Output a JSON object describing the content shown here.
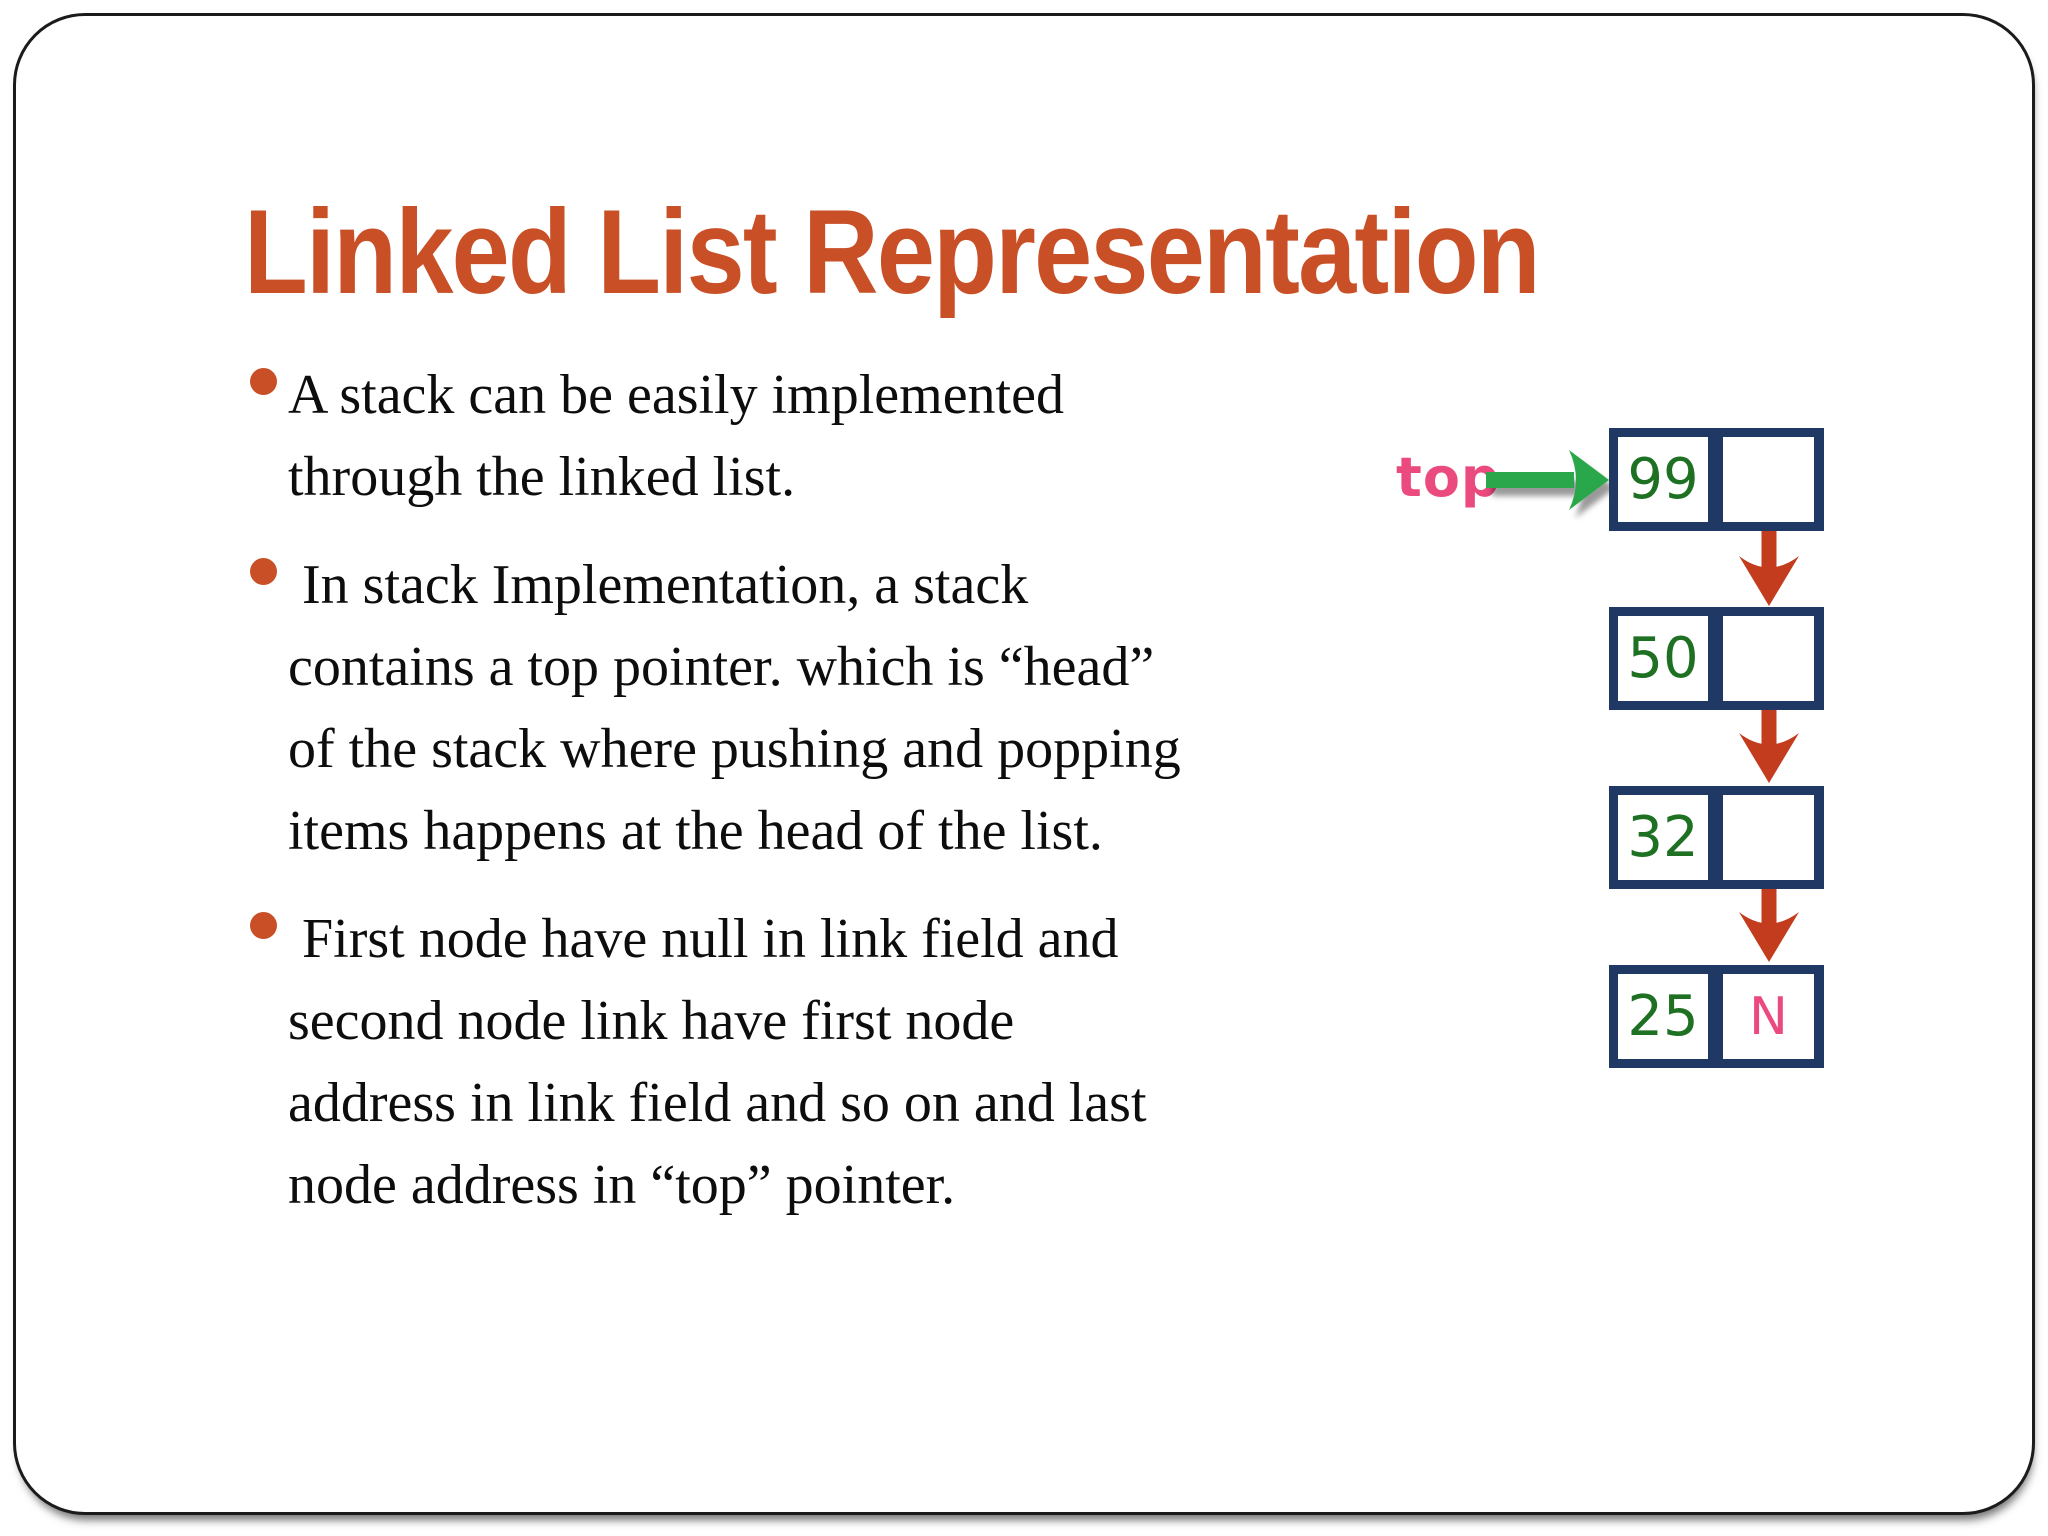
{
  "slide": {
    "title": "Linked List Representation",
    "bullets": [
      {
        "text": "A stack can be easily implemented\nthrough the linked list."
      },
      {
        "text": " In stack Implementation, a stack\ncontains a top pointer. which is “head”\nof the stack where pushing and popping\nitems happens at the head of the list."
      },
      {
        "text": " First node have null in link field and\nsecond node link have first node\naddress in link field and so on and last\nnode address in “top” pointer."
      }
    ]
  },
  "diagram": {
    "top_label": "top",
    "nodes": [
      {
        "value": "99",
        "link": ""
      },
      {
        "value": "50",
        "link": ""
      },
      {
        "value": "32",
        "link": ""
      },
      {
        "value": "25",
        "link": "N"
      }
    ]
  },
  "colors": {
    "accent_orange": "#C94F27",
    "node_frame_navy": "#1F3864",
    "value_green": "#1E7023",
    "pointer_pink": "#EB4A7E",
    "arrow_green": "#2AA74B",
    "arrow_red": "#C23C1D",
    "text_black": "#0d0d0d"
  }
}
